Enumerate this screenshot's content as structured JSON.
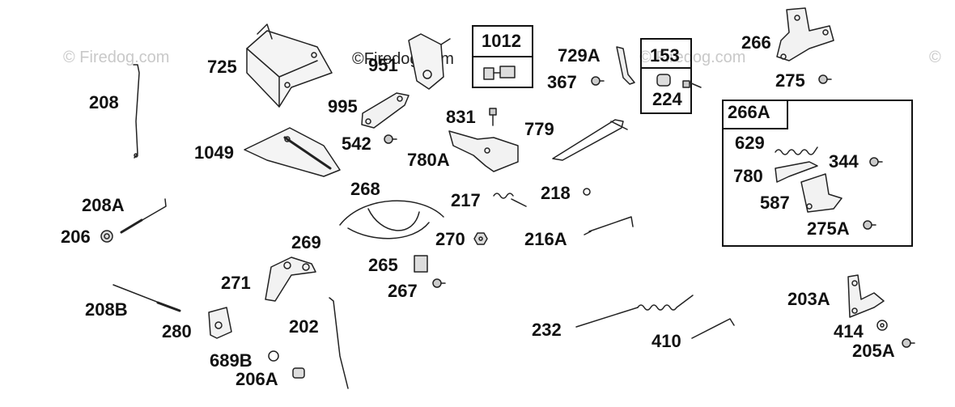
{
  "watermarks": {
    "wm1": "© Firedog.com",
    "wm2": "©Firedog.com",
    "wm3": "© Firedog.com",
    "wm4": "©"
  },
  "labels": {
    "p725": "725",
    "p951": "951",
    "p1012": "1012",
    "p729A": "729A",
    "p367": "367",
    "p153": "153",
    "p224": "224",
    "p266": "266",
    "p275": "275",
    "p208": "208",
    "p995": "995",
    "p542": "542",
    "p831": "831",
    "p779": "779",
    "p266A": "266A",
    "p629": "629",
    "p344": "344",
    "p780": "780",
    "p587": "587",
    "p275A": "275A",
    "p1049": "1049",
    "p780A": "780A",
    "p268": "268",
    "p217": "217",
    "p218": "218",
    "p208A": "208A",
    "p206": "206",
    "p269": "269",
    "p270": "270",
    "p216A": "216A",
    "p265": "265",
    "p267": "267",
    "p271": "271",
    "p208B": "208B",
    "p280": "280",
    "p202": "202",
    "p689B": "689B",
    "p206A": "206A",
    "p232": "232",
    "p410": "410",
    "p203A": "203A",
    "p414": "414",
    "p205A": "205A"
  }
}
